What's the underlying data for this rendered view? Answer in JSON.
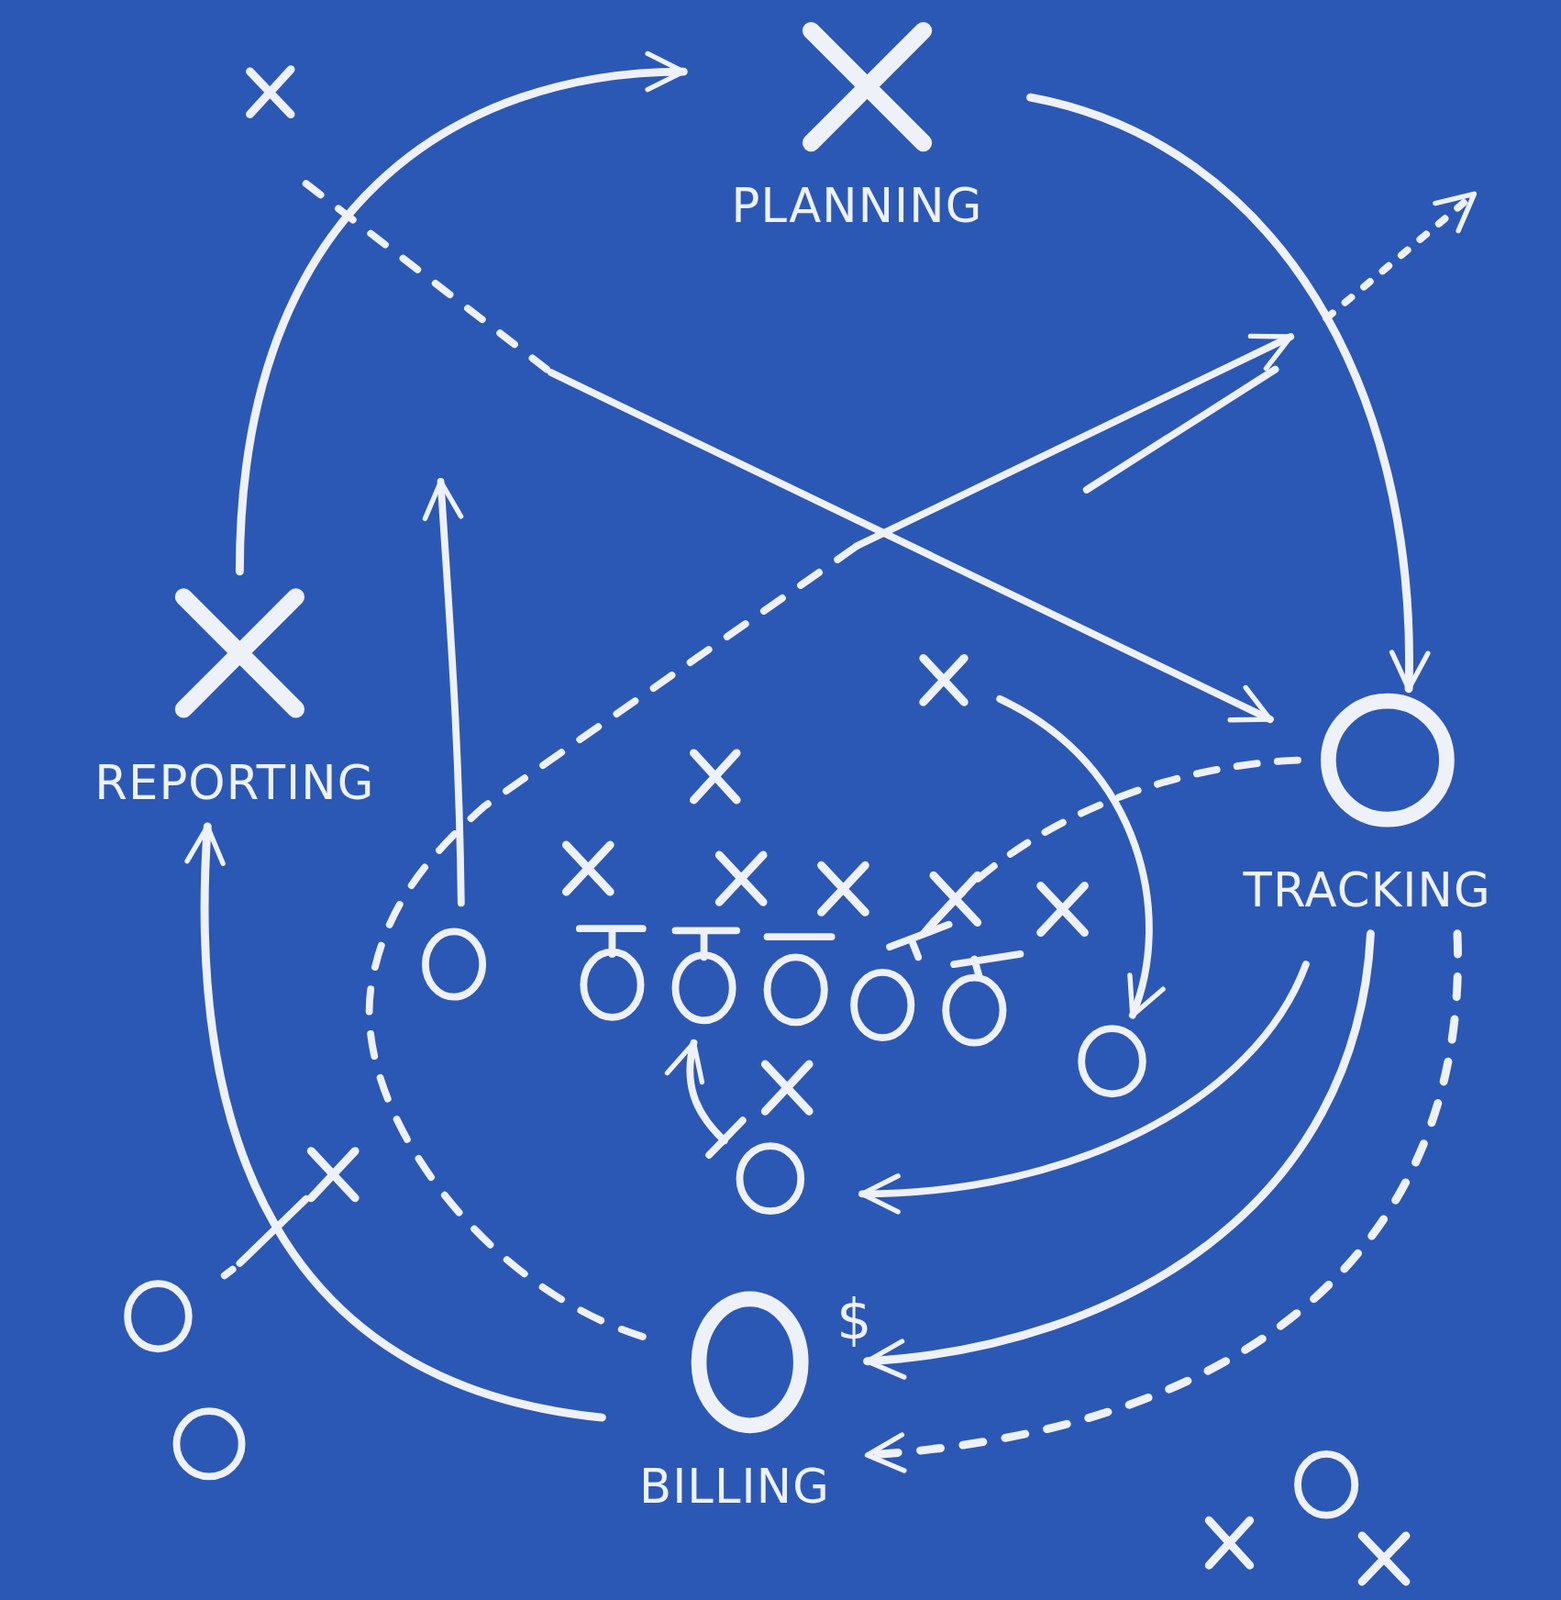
{
  "diagram": {
    "nodes": [
      {
        "text": [
          "PLANNING"
        ]
      },
      {
        "text": [
          "REPORTING"
        ]
      },
      {
        "text": [
          "TRACKING"
        ]
      },
      {
        "text": [
          "BILLING"
        ]
      }
    ],
    "edges": [
      {
        "from": 1,
        "to": 0,
        "arrow": "to"
      },
      {
        "from": 0,
        "to": 2,
        "arrow": "to"
      },
      {
        "from": 2,
        "to": 3,
        "arrow": "to"
      },
      {
        "from": 2,
        "to": 3,
        "arrow": "to"
      },
      {
        "from": 3,
        "to": 1,
        "arrow": "to"
      }
    ],
    "labels": [
      "$"
    ]
  }
}
